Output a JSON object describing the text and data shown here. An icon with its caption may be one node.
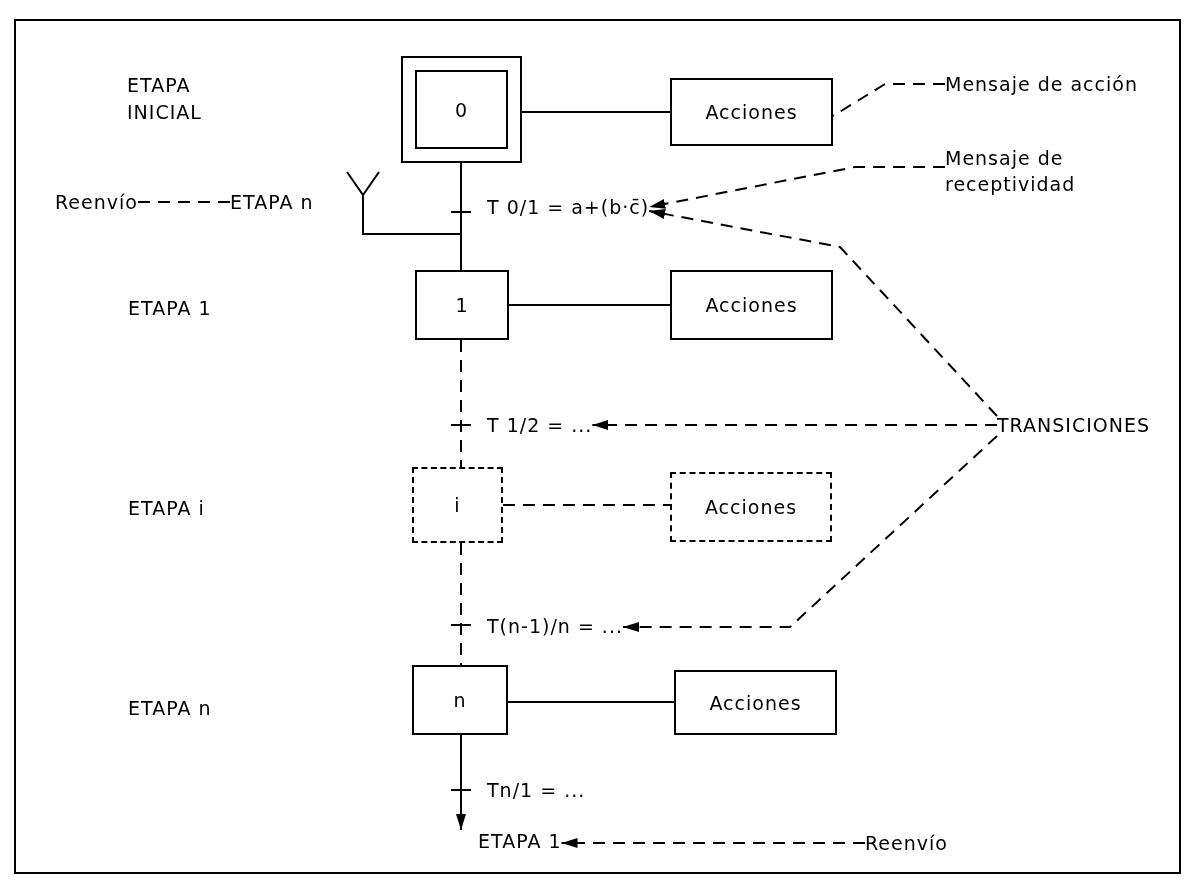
{
  "diagram": {
    "nodes": [
      {
        "text": [
          "0"
        ]
      },
      {
        "text": [
          "Acciones"
        ]
      },
      {
        "text": [
          "Mensaje de acción"
        ]
      },
      {
        "text": [
          "Reenvío"
        ]
      },
      {
        "text": [
          "ETAPA n"
        ]
      },
      {
        "text": [
          "T 0/1 = a+(b·c̄)"
        ]
      },
      {
        "text": [
          "Mensaje de receptividad"
        ]
      },
      {
        "text": [
          "1"
        ]
      },
      {
        "text": [
          "Acciones"
        ]
      },
      {
        "text": [
          "T 1/2 = ..."
        ]
      },
      {
        "text": [
          "TRANSICIONES"
        ]
      },
      {
        "text": [
          "i"
        ]
      },
      {
        "text": [
          "Acciones"
        ]
      },
      {
        "text": [
          "T(n-1)/n = ..."
        ]
      },
      {
        "text": [
          "n"
        ]
      },
      {
        "text": [
          "Acciones"
        ]
      },
      {
        "text": [
          "Tn/1 = ..."
        ]
      },
      {
        "text": [
          "ETAPA 1"
        ]
      },
      {
        "text": [
          "Reenvío"
        ]
      }
    ],
    "edges": [
      {
        "from": 0,
        "to": 1,
        "arrow": "none"
      },
      {
        "from": 2,
        "to": 1,
        "arrow": "none",
        "style": "dashed"
      },
      {
        "from": 3,
        "to": 4,
        "arrow": "none",
        "style": "dashed"
      },
      {
        "from": 4,
        "to": 7,
        "arrow": "other"
      },
      {
        "from": 0,
        "to": 7,
        "arrow": "none"
      },
      {
        "from": 6,
        "to": 5,
        "arrow": "to",
        "style": "dashed"
      },
      {
        "from": 10,
        "to": 5,
        "arrow": "to",
        "style": "dashed"
      },
      {
        "from": 7,
        "to": 8,
        "arrow": "none"
      },
      {
        "from": 7,
        "to": 11,
        "arrow": "none",
        "style": "dashed"
      },
      {
        "from": 10,
        "to": 9,
        "arrow": "to",
        "style": "dashed"
      },
      {
        "from": 11,
        "to": 12,
        "arrow": "none",
        "style": "dashed"
      },
      {
        "from": 10,
        "to": 13,
        "arrow": "to",
        "style": "dashed"
      },
      {
        "from": 11,
        "to": 14,
        "arrow": "none",
        "style": "dashed"
      },
      {
        "from": 14,
        "to": 15,
        "arrow": "none"
      },
      {
        "from": 14,
        "to": 17,
        "arrow": "to"
      },
      {
        "from": 18,
        "to": 17,
        "arrow": "to",
        "style": "dashed"
      }
    ],
    "labels": [
      "ETAPA INICIAL",
      "ETAPA 1",
      "ETAPA i",
      "ETAPA n"
    ]
  }
}
